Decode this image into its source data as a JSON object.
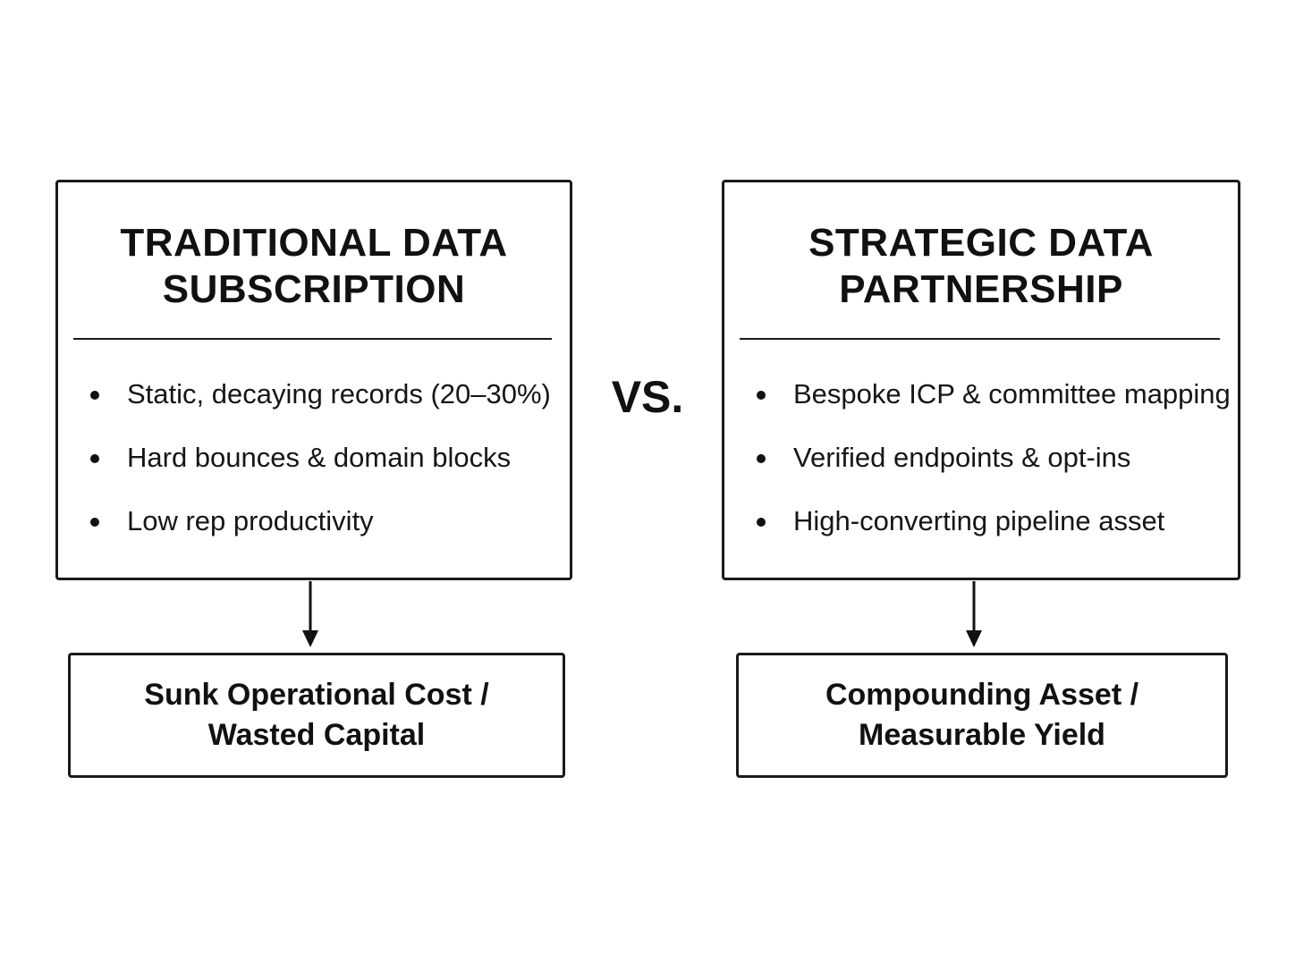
{
  "comparison": {
    "left": {
      "title_line1": "TRADITIONAL DATA",
      "title_line2": "SUBSCRIPTION",
      "bullets": [
        "Static, decaying records (20–30%)",
        "Hard bounces & domain blocks",
        "Low rep productivity"
      ],
      "outcome_line1": "Sunk Operational Cost /",
      "outcome_line2": "Wasted Capital"
    },
    "separator": "VS.",
    "right": {
      "title_line1": "STRATEGIC DATA",
      "title_line2": "PARTNERSHIP",
      "bullets": [
        "Bespoke ICP & committee mapping",
        "Verified endpoints & opt-ins",
        "High-converting pipeline asset"
      ],
      "outcome_line1": "Compounding Asset /",
      "outcome_line2": "Measurable Yield"
    }
  }
}
